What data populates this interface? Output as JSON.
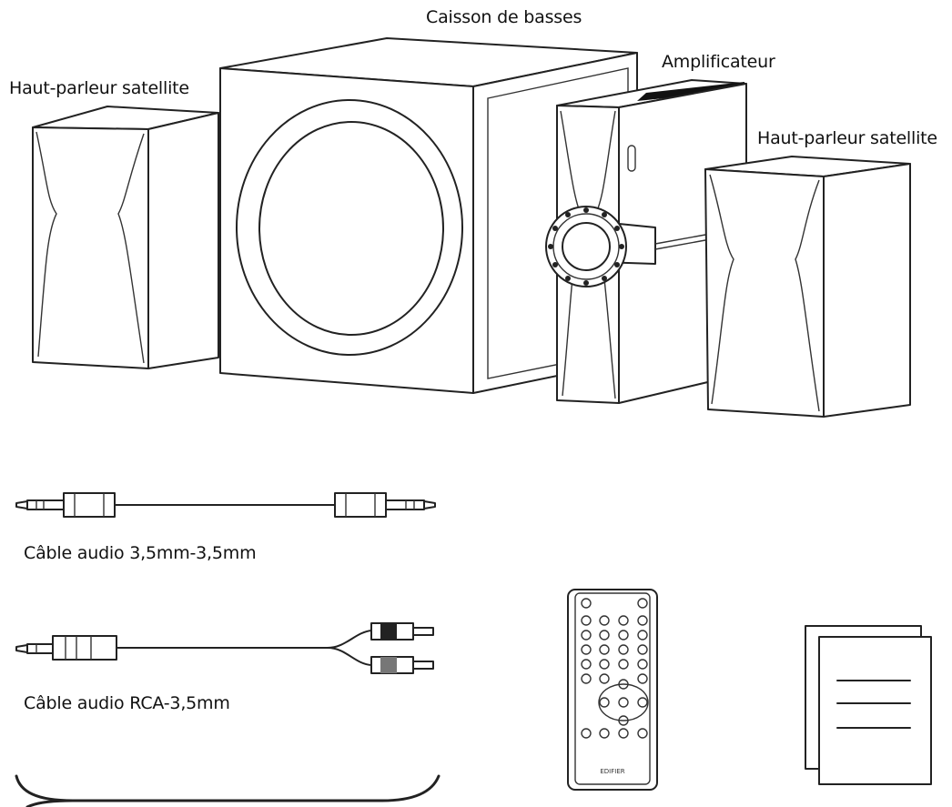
{
  "labels": {
    "subwoofer": "Caisson de basses",
    "amplifier": "Amplificateur",
    "satellite_left": "Haut-parleur satellite",
    "satellite_right": "Haut-parleur satellite",
    "cable_35": "Câble audio 3,5mm-3,5mm",
    "cable_rca": "Câble audio RCA-3,5mm"
  },
  "remote": {
    "brand": "EDIFIER"
  },
  "icons": [
    "subwoofer-drawing",
    "amplifier-drawing",
    "satellite-speaker-icon",
    "audio-cable-icon",
    "rca-cable-icon",
    "remote-control-icon",
    "manual-documents-icon",
    "power-cable-icon"
  ]
}
